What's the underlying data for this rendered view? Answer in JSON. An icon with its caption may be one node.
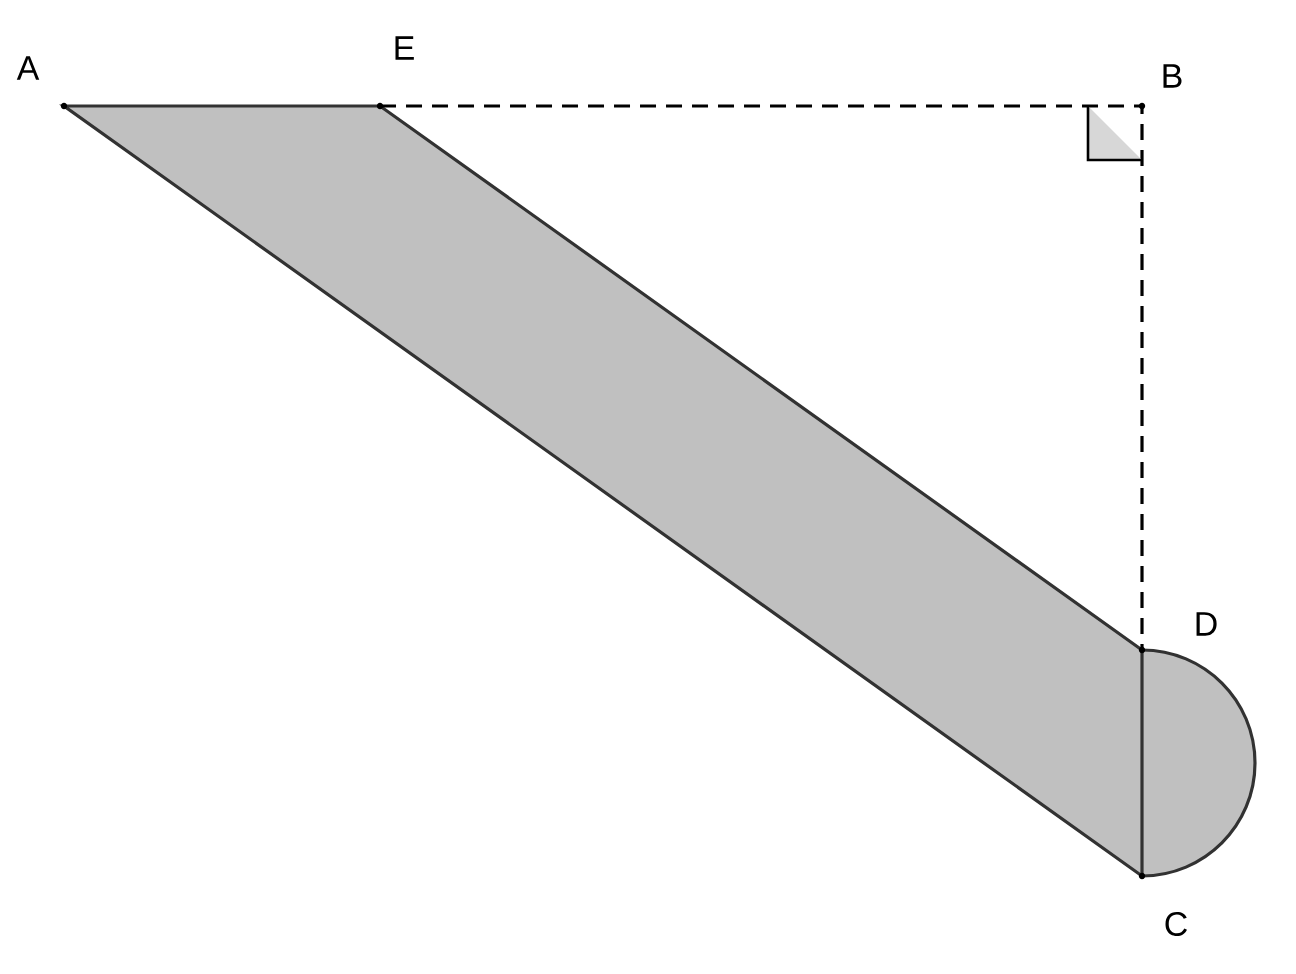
{
  "diagram": {
    "labels": [
      "A",
      "E",
      "B",
      "D",
      "C"
    ]
  }
}
